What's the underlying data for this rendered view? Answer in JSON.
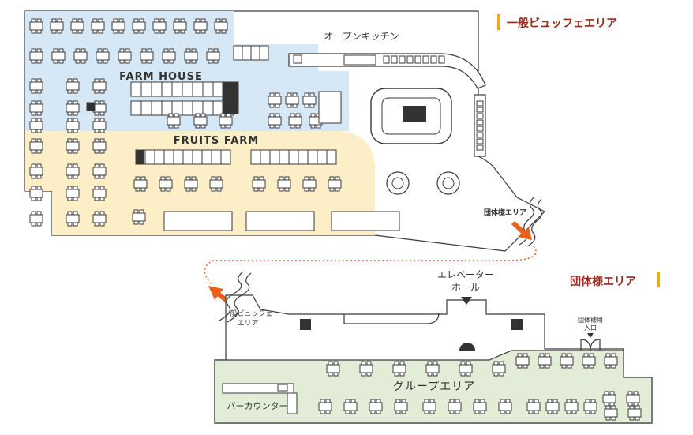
{
  "legend": {
    "buffet_area": "一般ビュッフェエリア",
    "group_area": "団体様エリア"
  },
  "zones": {
    "farm_house": "FARM HOUSE",
    "fruits_farm": "FRUITS FARM",
    "open_kitchen": "オープンキッチン",
    "group_area": "グループエリア",
    "bar_counter": "バーカウンター"
  },
  "signs": {
    "elevator_hall_line1": "エレベーター",
    "elevator_hall_line2": "ホール",
    "group_area_pointer": "団体様エリア",
    "buffet_pointer_line1": "一般ビュッフェ",
    "buffet_pointer_line2": "エリア",
    "group_entrance_line1": "団体様用",
    "group_entrance_line2": "入口"
  },
  "colors": {
    "farm_house_bg": "#d6e8f5",
    "fruits_farm_bg": "#fcefc8",
    "group_area_bg": "#e2ecd6",
    "legend_accent": "#f2a71b",
    "legend_text": "#9b2a1e",
    "arrow": "#e8601c",
    "outline": "#3a3a3a"
  }
}
